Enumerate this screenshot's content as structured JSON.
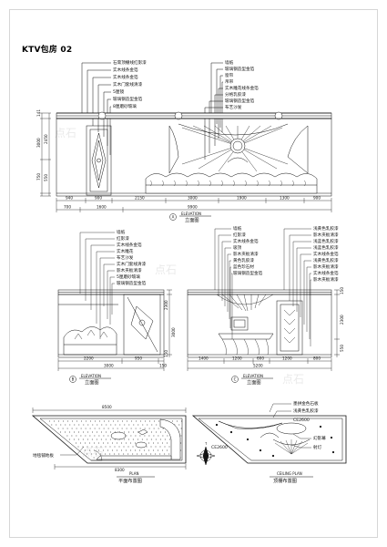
{
  "title": "KTV包房  02",
  "watermark": "点石",
  "elevation_a": {
    "letter": "A",
    "name_en": "ELEVATION",
    "name_cn": "立面图",
    "labels_left": [
      "石膏顶棚线红影漆",
      "实木线条金箔",
      "实木线条金箔",
      "实木门套线清漆",
      "5厘镜",
      "玻璃钢造型金箔",
      "8厘磨砂玻璃"
    ],
    "labels_right": [
      "墙纸",
      "玻璃钢造型金箔",
      "窗帘",
      "吊带",
      "实木雕花线条金箔",
      "分格乳胶漆",
      "玻璃钢造型金箔",
      "布艺沙发"
    ],
    "dims_bottom": [
      "940",
      "900",
      "2150",
      "3000",
      "1900",
      "1300",
      "900"
    ],
    "dims_total": [
      "700",
      "1600",
      "9900"
    ],
    "dims_left": [
      "141",
      "3000",
      "2450",
      "550",
      "750"
    ]
  },
  "elevation_b": {
    "letter": "B",
    "name_en": "ELEVATION",
    "name_cn": "立面图",
    "labels": [
      "墙纸",
      "红影漆",
      "实木线条金箔",
      "实木雕花",
      "布艺沙发",
      "实木门套线清漆",
      "影木夹板清漆",
      "5厘磨砂玻璃",
      "玻璃钢造型金箔"
    ],
    "dims_bottom": [
      "2200",
      "950",
      "150"
    ],
    "dims_total": [
      "3000"
    ],
    "dims_left": [
      "2300",
      "3000",
      "150"
    ]
  },
  "elevation_c": {
    "letter": "C",
    "name_en": "ELEVATION",
    "name_cn": "立面图",
    "labels_left": [
      "墙纸",
      "红影漆",
      "实木线条金箔",
      "吸顶",
      "影木夹板清漆",
      "黄色乳胶漆",
      "蓝色珍石材",
      "玻璃钢造型金箔"
    ],
    "labels_right": [
      "浅黄色乳胶漆",
      "影木夹板清漆",
      "浅蓝色乳胶漆",
      "浅蓝色乳胶漆",
      "实木线条金箔",
      "浅黄色乳胶漆",
      "影木夹板清漆",
      "实木线条金箔",
      "影木夹板清漆"
    ],
    "dims_bottom": [
      "1400",
      "1200",
      "600",
      "1200",
      "800"
    ],
    "dims_total": [
      "5200"
    ],
    "dims_right": [
      "150",
      "2300",
      "550"
    ]
  },
  "plan": {
    "name_en": "PLAN",
    "name_cn": "平面布置图",
    "label_floor": "地毯铺地板",
    "dim_top": "8500",
    "dim_bottom": "8300"
  },
  "ceiling": {
    "name_en": "CEILING PLAN",
    "name_cn": "顶棚布置图",
    "labels": [
      "墨拼金色石板",
      "浅黄色乳胶漆",
      "CE2600",
      "CE2600",
      "幻影幕",
      "射灯"
    ]
  }
}
